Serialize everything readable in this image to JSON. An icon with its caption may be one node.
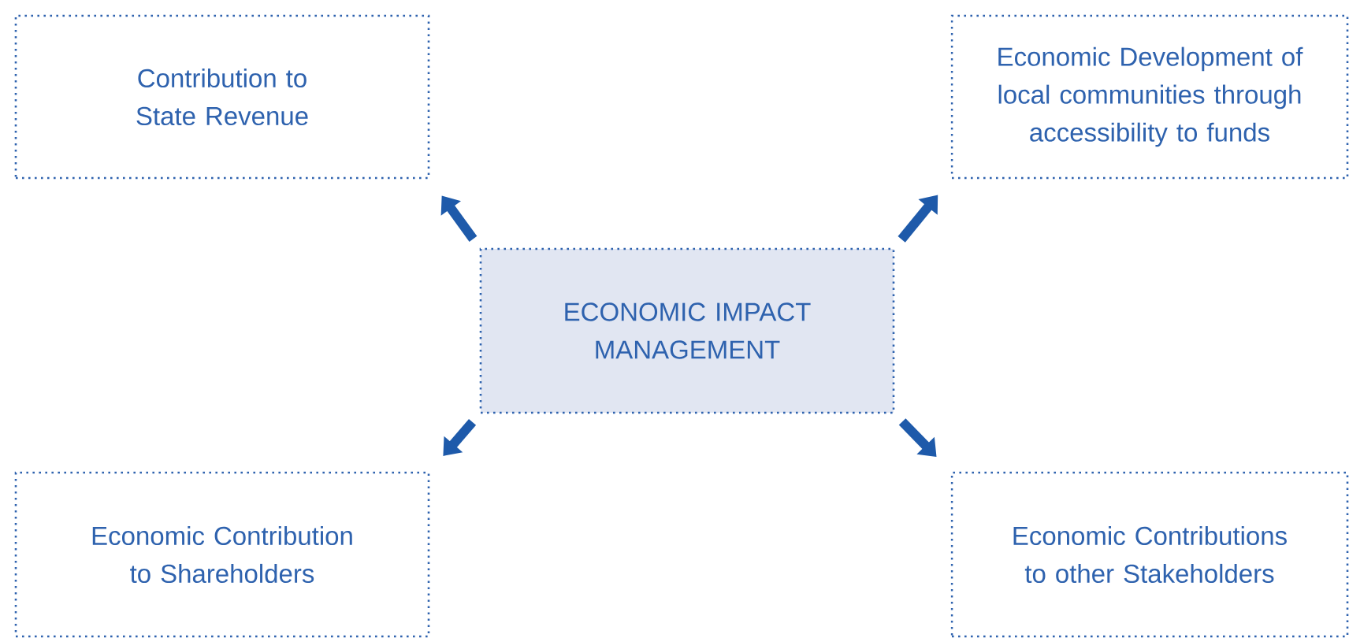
{
  "diagram": {
    "nodes": [
      {
        "text": [
          "ECONOMIC IMPACT MANAGEMENT"
        ]
      },
      {
        "text": [
          "Contribution to State Revenue"
        ]
      },
      {
        "text": [
          "Economic Development of local communities through accessibility to funds"
        ]
      },
      {
        "text": [
          "Economic Contribution to Shareholders"
        ]
      },
      {
        "text": [
          "Economic Contributions to other Stakeholders"
        ]
      }
    ],
    "edges": [
      {
        "from": 0,
        "to": 1,
        "arrow": "to"
      },
      {
        "from": 0,
        "to": 2,
        "arrow": "to"
      },
      {
        "from": 0,
        "to": 3,
        "arrow": "to"
      },
      {
        "from": 0,
        "to": 4,
        "arrow": "to"
      }
    ]
  }
}
